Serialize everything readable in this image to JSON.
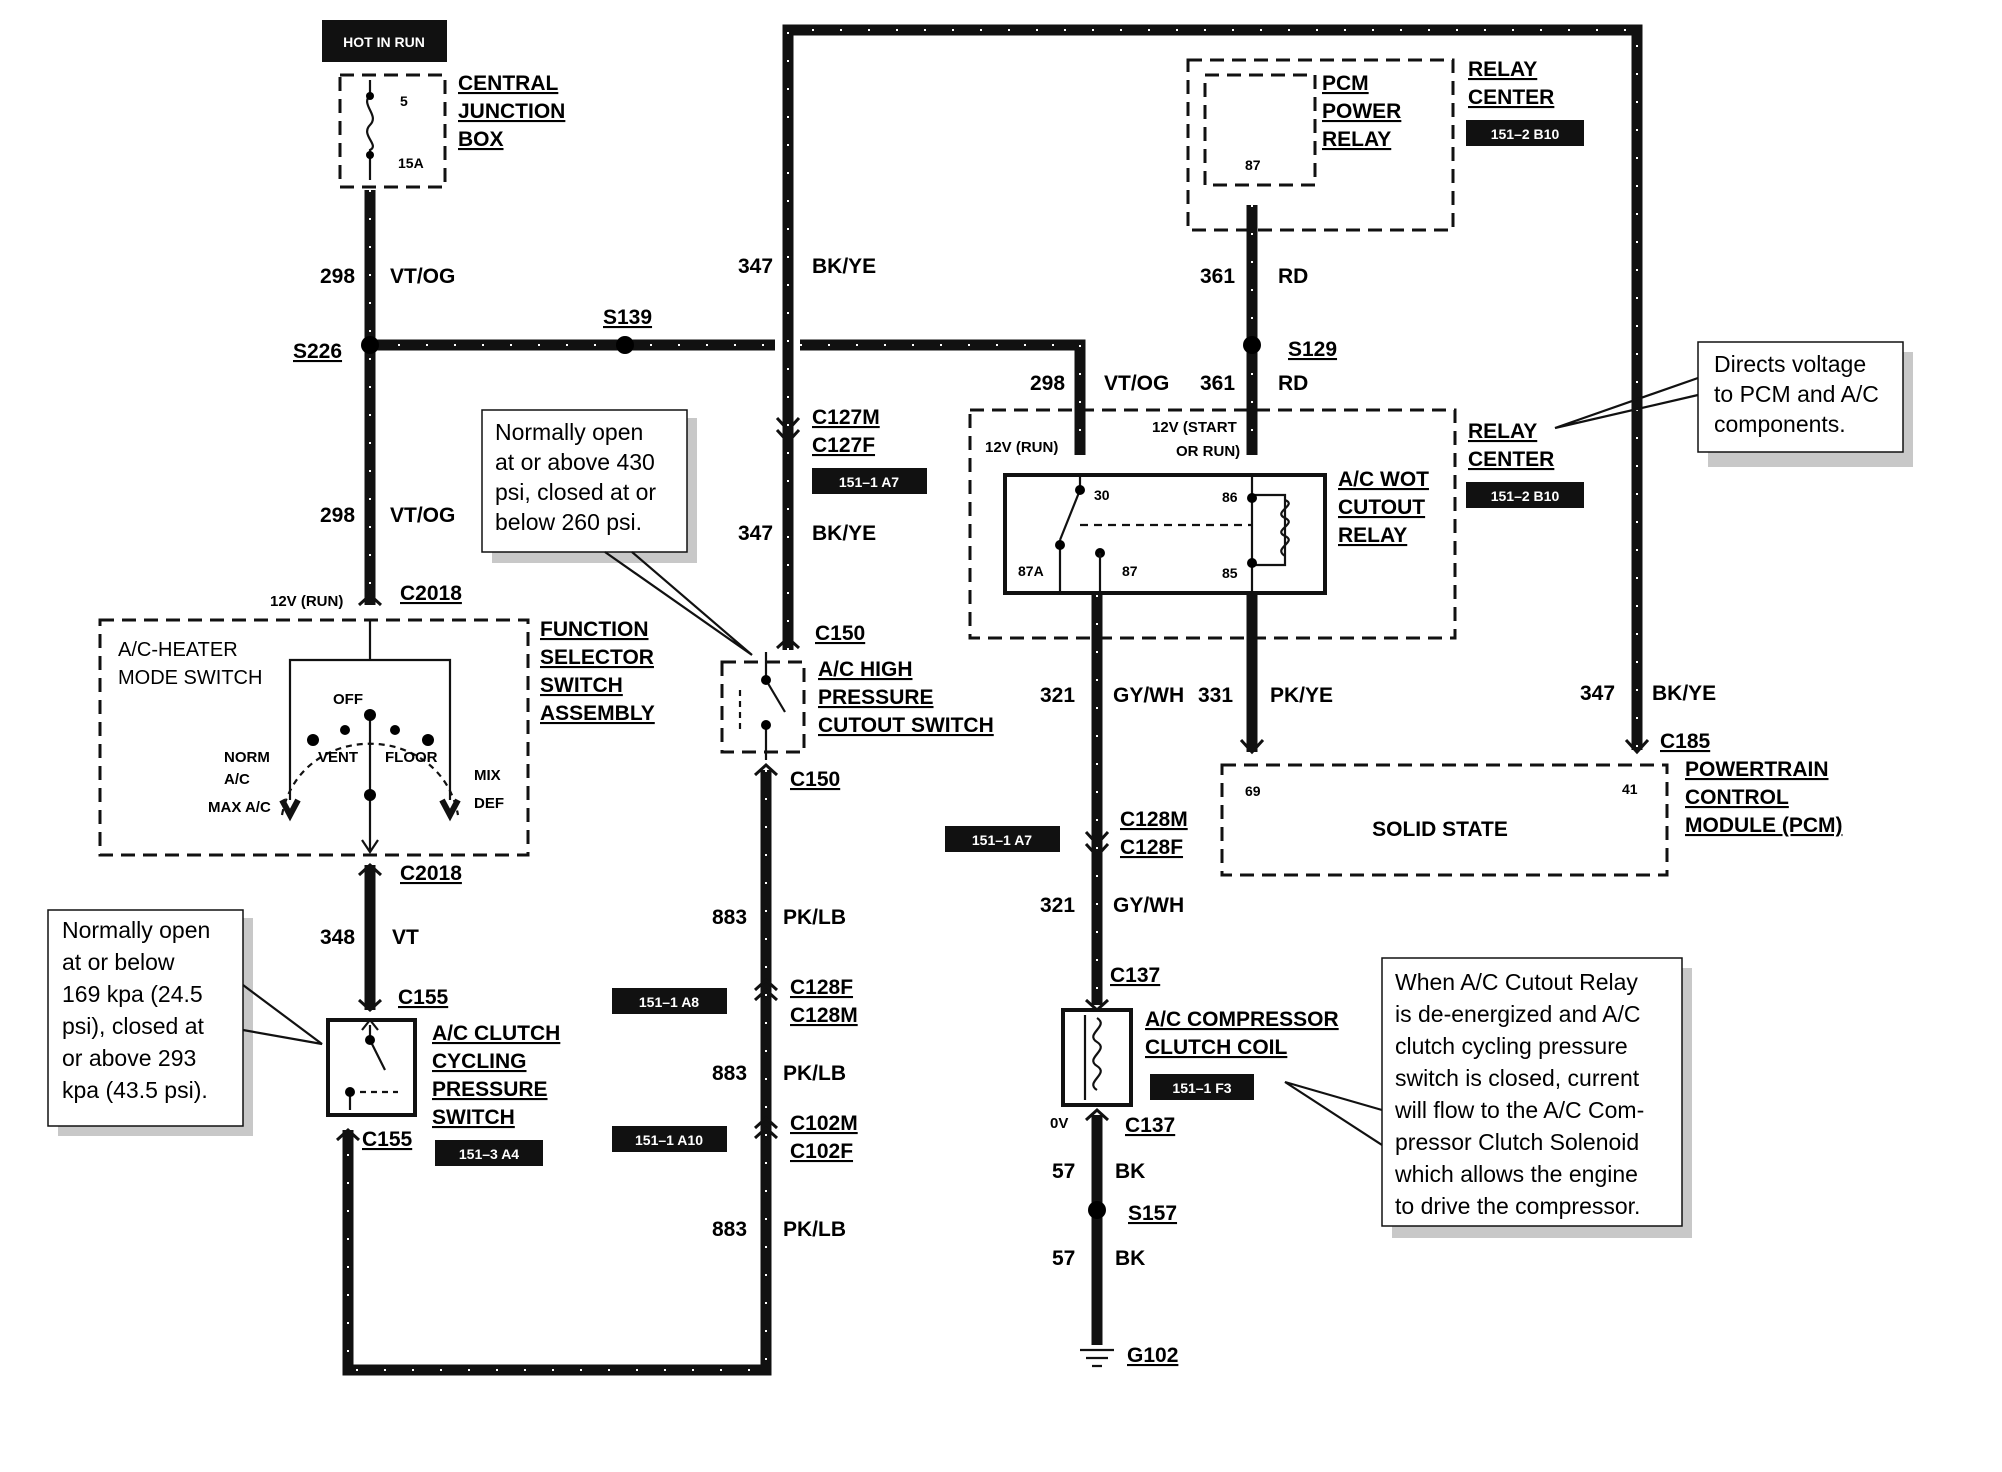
{
  "labels": {
    "hot_in_run": "HOT IN RUN",
    "cjb": [
      "CENTRAL",
      "JUNCTION",
      "BOX"
    ],
    "fuse_num": "5",
    "fuse_amp": "15A",
    "pcm_power_relay": [
      "PCM",
      "POWER",
      "RELAY"
    ],
    "pin_87_top": "87",
    "relay_center": [
      "RELAY",
      "CENTER"
    ],
    "loc_151_2_b10": "151–2 B10",
    "s226": "S226",
    "s139": "S139",
    "s129": "S129",
    "c127m": "C127M",
    "c127f": "C127F",
    "loc_151_1_a7": "151–1 A7",
    "c2018": "C2018",
    "run12v": "12V (RUN)",
    "start_or_run": [
      "12V (START",
      "OR RUN)"
    ],
    "mode_switch": [
      "A/C-HEATER",
      "MODE SWITCH"
    ],
    "fn_sel": [
      "FUNCTION",
      "SELECTOR",
      "SWITCH",
      "ASSEMBLY"
    ],
    "modes": {
      "off": "OFF",
      "norm": "NORM",
      "ac": "A/C",
      "max": "MAX A/C",
      "vent": "VENT",
      "floor": "FLOOR",
      "mix": "MIX",
      "def": "DEF"
    },
    "c150": "C150",
    "ac_high": [
      "A/C HIGH",
      "PRESSURE",
      "CUTOUT SWITCH"
    ],
    "wot_relay": [
      "A/C WOT",
      "CUTOUT",
      "RELAY"
    ],
    "relay_pins": {
      "p30": "30",
      "p86": "86",
      "p87a": "87A",
      "p87": "87",
      "p85": "85"
    },
    "c185": "C185",
    "pcm": [
      "POWERTRAIN",
      "CONTROL",
      "MODULE (PCM)"
    ],
    "pin69": "69",
    "pin41": "41",
    "solid_state": "SOLID STATE",
    "c128m": "C128M",
    "c128f": "C128F",
    "loc_151_1_a8": "151–1 A8",
    "c102m": "C102M",
    "c102f": "C102F",
    "loc_151_1_a10": "151–1 A10",
    "c155": "C155",
    "clutch_switch": [
      "A/C CLUTCH",
      "CYCLING",
      "PRESSURE",
      "SWITCH"
    ],
    "loc_151_3_a4": "151–3 A4",
    "c137": "C137",
    "compressor": [
      "A/C COMPRESSOR",
      "CLUTCH COIL"
    ],
    "loc_151_1_f3": "151–1 F3",
    "zero_v": "0V",
    "s157": "S157",
    "g102": "G102"
  },
  "wires": {
    "w298": "298",
    "vtog": "VT/OG",
    "w347": "347",
    "bkye": "BK/YE",
    "w361": "361",
    "rd": "RD",
    "w321": "321",
    "gywh": "GY/WH",
    "w331": "331",
    "pkye": "PK/YE",
    "w348": "348",
    "vt": "VT",
    "w883": "883",
    "pklb": "PK/LB",
    "w57": "57",
    "bk": "BK"
  },
  "notes": {
    "high_pressure": [
      "Normally open",
      "at or above 430",
      "psi, closed at or",
      "below 260 psi."
    ],
    "pcm_relay": [
      "Directs voltage",
      "to PCM and A/C",
      "components."
    ],
    "clutch_pressure": [
      "Normally open",
      "at or below",
      "169 kpa (24.5",
      "psi), closed at",
      "or above 293",
      "kpa (43.5 psi)."
    ],
    "cutout": [
      "When A/C Cutout Relay",
      "is  de-energized and A/C",
      "clutch cycling pressure",
      "switch is closed, current",
      "will flow to the  A/C Com-",
      "pressor Clutch Solenoid",
      "which allows the engine",
      "to drive the compressor."
    ]
  }
}
